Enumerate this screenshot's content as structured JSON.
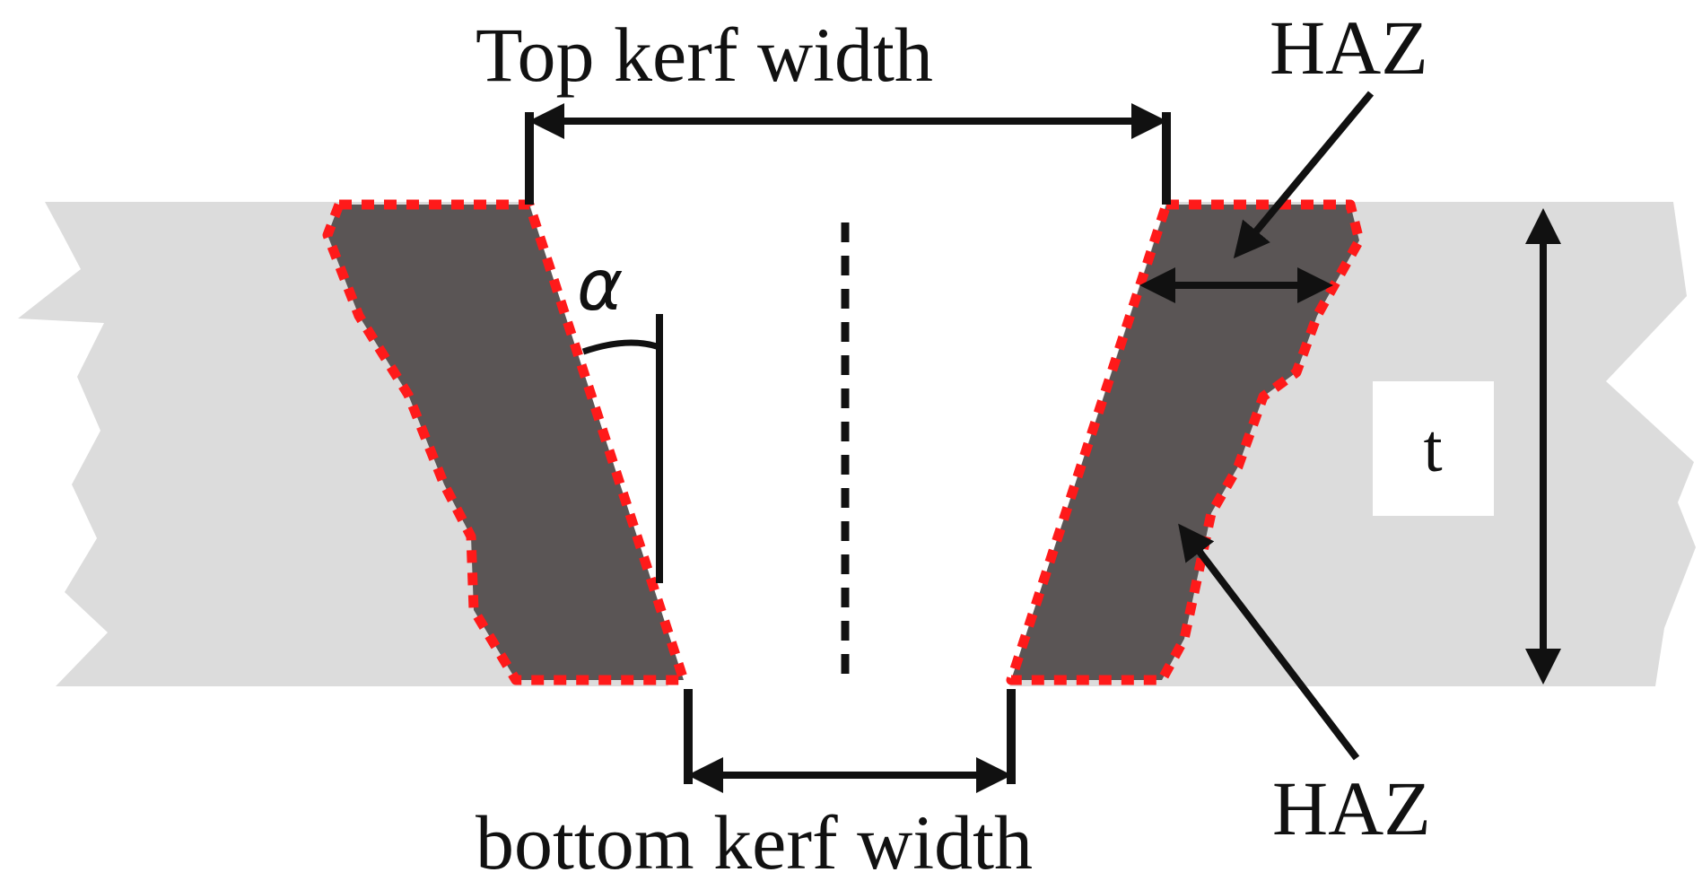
{
  "labels": {
    "top_kerf_width": "Top kerf width",
    "bottom_kerf_width": "bottom kerf width",
    "haz_top": "HAZ",
    "haz_bottom": "HAZ",
    "thickness": "t",
    "taper_angle": "α"
  },
  "colors": {
    "plate": "#dcdcdc",
    "haz_fill": "#5a5555",
    "haz_outline": "#ff1a1a",
    "lines": "#111111",
    "label_box": "#ffffff"
  }
}
